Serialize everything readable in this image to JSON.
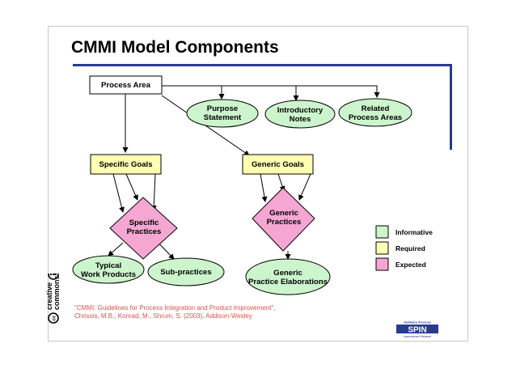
{
  "page": {
    "title": "CMMI Model Components"
  },
  "nodes": {
    "process_area": "Process Area",
    "purpose_statement": "Purpose\nStatement",
    "introductory_notes": "Introductory\nNotes",
    "related_process_areas": "Related\nProcess Areas",
    "specific_goals": "Specific Goals",
    "generic_goals": "Generic Goals",
    "specific_practices": "Specific\nPractices",
    "generic_practices": "Generic\nPractices",
    "typical_work_products": "Typical\nWork Products",
    "sub_practices": "Sub-practices",
    "generic_practice_elaborations": "Generic\nPractice Elaborations"
  },
  "legend": {
    "informative": "Informative",
    "required": "Required",
    "expected": "Expected"
  },
  "colors": {
    "informative": "#cdf5cd",
    "required": "#ffffb3",
    "expected": "#f5a6d2",
    "accent": "#2a3a8f",
    "citation": "#e0504a"
  },
  "citation": "\"CMMI: Guidelines for Process Integration and Product Improvement\",\nChrissis, M.B., Konrad, M., Shrum, S. (2003), Addison-Wesley",
  "badges": {
    "cc_line1": "creative",
    "cc_line2": "commons",
    "cc_mark": "cc",
    "spin_top": "Software Process",
    "spin_main": "SPIN",
    "spin_bottom": "Improvement Network"
  }
}
